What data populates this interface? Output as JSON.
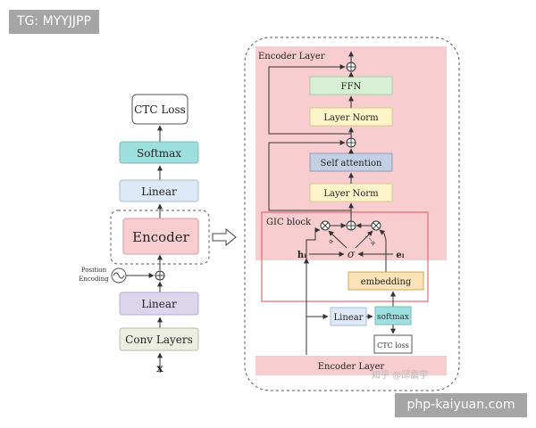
{
  "watermarks": {
    "top": "TG: MYYJJPP",
    "bottom": "php-kaiyuan.com"
  },
  "credit": "知乎 @邱震宇",
  "left_stack": {
    "ctc_loss": "CTC Loss",
    "softmax": "Softmax",
    "linear_top": "Linear",
    "encoder": "Encoder",
    "position_encoding_line1": "Position",
    "position_encoding_line2": "Encoding",
    "linear_bottom": "Linear",
    "conv_layers": "Conv Layers",
    "input": "x"
  },
  "detail": {
    "encoder_layer_top": "Encoder Layer",
    "ffn": "FFN",
    "layer_norm_top": "Layer Norm",
    "self_attention": "Self attention",
    "layer_norm_bottom": "Layer Norm",
    "gic_block": "GIC block",
    "sigma": "σ",
    "h_label": "hₗ",
    "e_label": "eₗ",
    "gate_left": "α",
    "gate_right": "1−α",
    "embedding": "embedding",
    "linear": "Linear",
    "softmax": "softmax",
    "ctc_loss": "CTC loss",
    "encoder_layer_bottom": "Encoder Layer"
  },
  "colors": {
    "encoder_layer_bg": "#f8cdd0",
    "green": "#d7efd3",
    "yellow": "#fdf4c9",
    "blue_gray": "#c3cfe2",
    "teal": "#9edfdf",
    "light_blue": "#dde9f7",
    "purple": "#dcd5ec",
    "cream": "#eceee2",
    "orange": "#fbe3b8",
    "pink_frame": "#e26a72"
  }
}
